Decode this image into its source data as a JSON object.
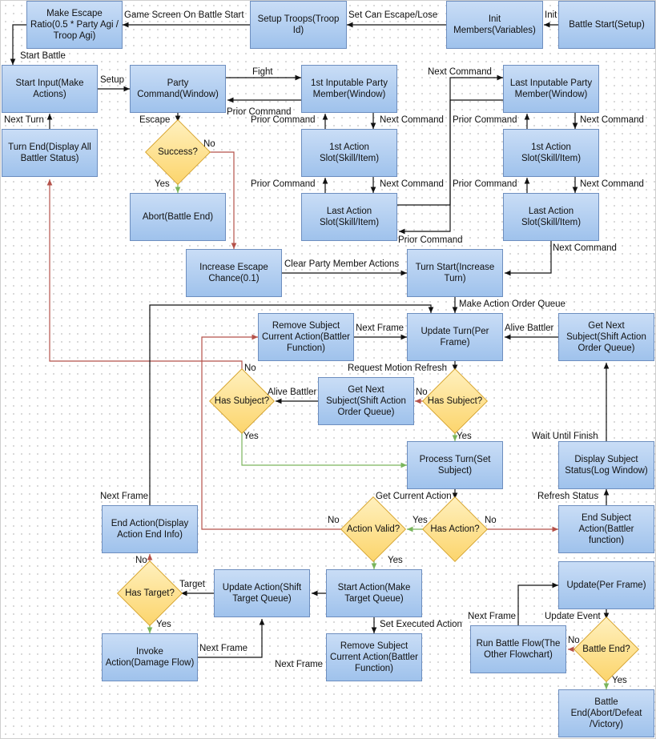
{
  "nodes": {
    "battle_start": "Battle Start(Setup)",
    "init_members": "Init Members(Variables)",
    "setup_troops": "Setup Troops(Troop Id)",
    "escape_ratio": "Make Escape Ratio(0.5 * Party Agi / Troop Agi)",
    "start_input": "Start Input(Make Actions)",
    "party_command": "Party Command(Window)",
    "first_member": "1st Inputable Party Member(Window)",
    "last_member": "Last Inputable Party Member(Window)",
    "turn_end": "Turn End(Display All Battler Status)",
    "first_slot_a": "1st Action Slot(Skill/Item)",
    "first_slot_b": "1st Action Slot(Skill/Item)",
    "abort": "Abort(Battle End)",
    "last_slot_a": "Last Action Slot(Skill/Item)",
    "last_slot_b": "Last Action Slot(Skill/Item)",
    "increase_escape": "Increase Escape Chance(0.1)",
    "turn_start": "Turn Start(Increase Turn)",
    "remove_subject_1": "Remove Subject Current Action(Battler Function)",
    "update_turn": "Update Turn(Per Frame)",
    "get_next_subject_right": "Get Next Subject(Shift Action Order Queue)",
    "get_next_subject_mid": "Get Next Subject(Shift Action Order Queue)",
    "process_turn": "Process Turn(Set Subject)",
    "display_subject": "Display Subject Status(Log Window)",
    "end_action": "End Action(Display Action End Info)",
    "end_subject": "End Subject Action(Battler function)",
    "update_action": "Update Action(Shift Target Queue)",
    "start_action": "Start Action(Make Target Queue)",
    "update_frame": "Update(Per Frame)",
    "invoke_action": "Invoke Action(Damage Flow)",
    "remove_subject_2": "Remove Subject Current Action(Battler Function)",
    "run_battle_flow": "Run Battle Flow(The Other Flowchart)",
    "battle_end": "Battle End(Abort/Defeat /Victory)"
  },
  "decisions": {
    "success": "Success?",
    "has_subject_1": "Has Subject?",
    "has_subject_2": "Has Subject?",
    "action_valid": "Action Valid?",
    "has_action": "Has Action?",
    "has_target": "Has Target?",
    "battle_end_q": "Battle End?"
  },
  "labels": {
    "init": "Init",
    "set_can_escape": "Set Can Escape/Lose",
    "game_screen": "Game Screen On Battle Start",
    "start_battle": "Start Battle",
    "setup": "Setup",
    "fight": "Fight",
    "next_turn": "Next Turn",
    "escape": "Escape",
    "prior_command_1": "Prior Command",
    "next_command_top": "Next Command",
    "prior_command_2": "Prior Command",
    "next_command_1": "Next Command",
    "prior_command_3": "Prior Command",
    "next_command_2": "Next Command",
    "no_success": "No",
    "yes_success": "Yes",
    "prior_command_4": "Prior Command",
    "next_command_3": "Next Command",
    "prior_command_5": "Prior Command",
    "next_command_4": "Next Command",
    "prior_command_6": "Prior Command",
    "next_command_5": "Next Command",
    "clear_party": "Clear Party Member Actions",
    "make_action_order": "Make Action Order Queue",
    "next_frame_1": "Next Frame",
    "alive_battler_1": "Alive Battler",
    "no_hs1": "No",
    "request_motion": "Request Motion Refresh",
    "alive_battler_2": "Alive Battler",
    "no_hs2": "No",
    "yes_hs1": "Yes",
    "yes_hs2": "Yes",
    "wait_until_finish": "Wait Until Finish",
    "next_frame_2": "Next Frame",
    "get_current_action": "Get Current Action",
    "refresh_status": "Refresh Status",
    "no_valid": "No",
    "yes_has_action": "Yes",
    "no_has_action": "No",
    "no_target": "No",
    "yes_valid": "Yes",
    "target": "Target",
    "yes_target": "Yes",
    "set_executed": "Set Executed Action",
    "next_frame_3": "Next Frame",
    "next_frame_4": "Next Frame",
    "next_frame_5": "Next Frame",
    "update_event": "Update Event",
    "no_battle_end": "No",
    "yes_battle_end": "Yes"
  },
  "colors": {
    "box_border": "#6d8ebf",
    "box_fill_top": "#c9ddf6",
    "box_fill_bottom": "#9fc2ec",
    "diamond_fill": "#fcd56d",
    "diamond_border": "#d8a429",
    "arrow_default": "#111111",
    "arrow_yes": "#7ab55c",
    "arrow_no": "#b5524a"
  }
}
